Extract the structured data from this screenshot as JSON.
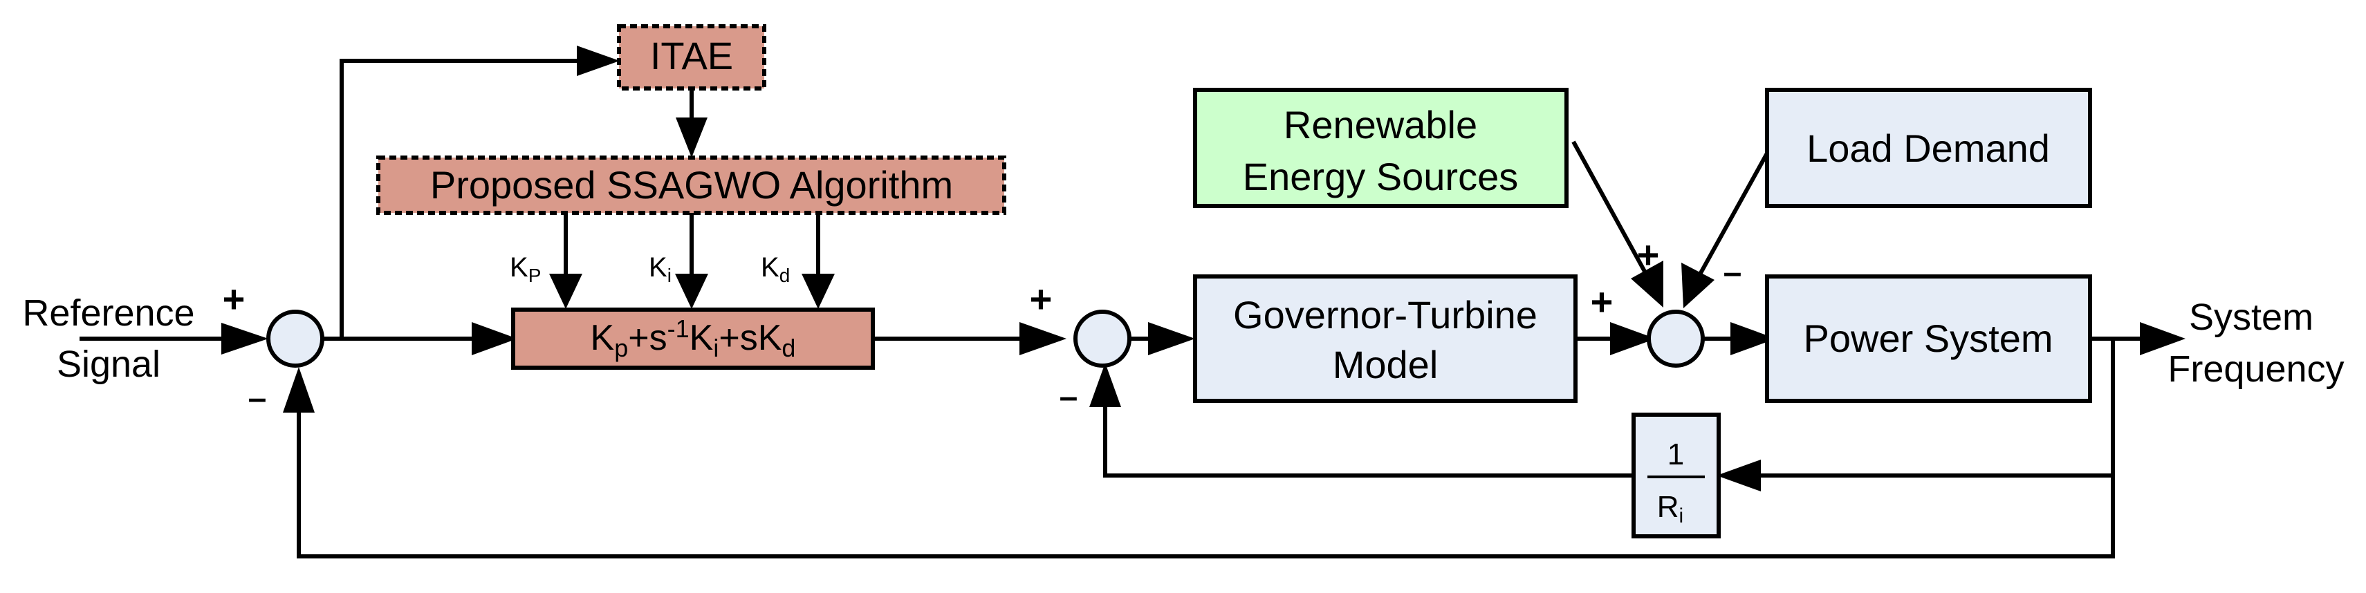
{
  "colors": {
    "line": "#000000",
    "pid_fill": "#d99a8b",
    "system_fill": "#e6edf7",
    "renewable_fill": "#ccffcc",
    "junction_fill": "#e6edf7"
  },
  "blocks": {
    "itae": "ITAE",
    "algorithm": "Proposed SSAGWO Algorithm",
    "pid": {
      "k": "K",
      "p_sub": "p",
      "plus_s": "+s",
      "neg_one": "-1",
      "ki_k": "K",
      "i_sub": "i",
      "plus_sk": "+sK",
      "d_sub": "d"
    },
    "renewable": [
      "Renewable",
      "Energy Sources"
    ],
    "load": "Load Demand",
    "governor": [
      "Governor-Turbine",
      "Model"
    ],
    "power": "Power System",
    "droop": {
      "numerator": "1",
      "denominator_main": "R",
      "denominator_sub": "i"
    }
  },
  "gains": {
    "kp": {
      "main": "K",
      "sub": "P"
    },
    "ki": {
      "main": "K",
      "sub": "i"
    },
    "kd": {
      "main": "K",
      "sub": "d"
    }
  },
  "io": {
    "input": [
      "Reference",
      "Signal"
    ],
    "output": [
      "System",
      "Frequency"
    ]
  },
  "signs": {
    "plus": "+",
    "minus": "–"
  }
}
